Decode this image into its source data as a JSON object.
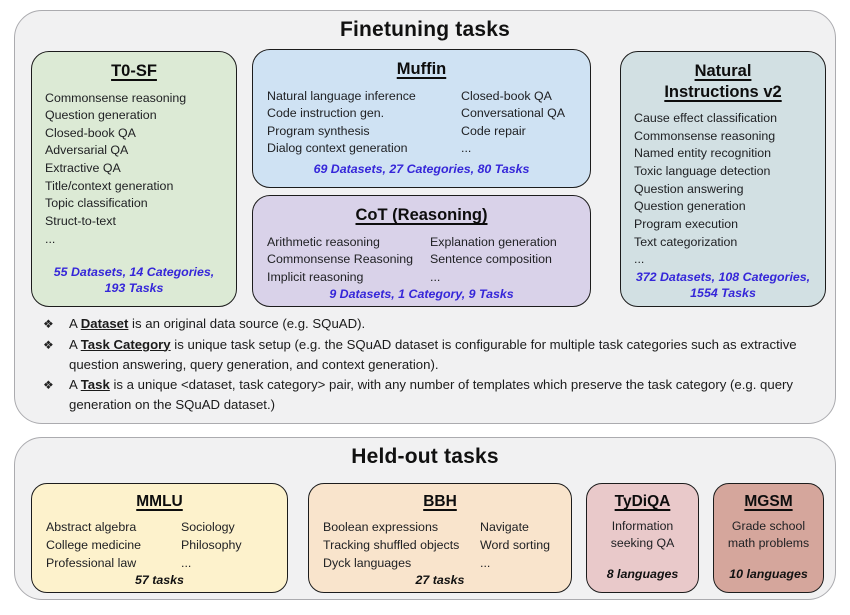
{
  "colors": {
    "stats_blue": "#3526d9",
    "t0sf_bg": "#dcead5",
    "muffin_bg": "#cfe2f3",
    "cot_bg": "#d9d2e9",
    "niv2_bg": "#d2e0e3",
    "mmlu_bg": "#fdf2cc",
    "bbh_bg": "#f9e4cc",
    "tydiqa_bg": "#e9c9ca",
    "mgsm_bg": "#d5a69c"
  },
  "finetuning": {
    "title": "Finetuning tasks",
    "bullet_glyph": "❖",
    "t0sf": {
      "title": "T0-SF",
      "tasks": [
        "Commonsense reasoning",
        "Question generation",
        "Closed-book QA",
        "Adversarial QA",
        "Extractive QA",
        "Title/context generation",
        "Topic classification",
        "Struct-to-text",
        "..."
      ],
      "stats": "55 Datasets, 14 Categories, 193 Tasks"
    },
    "muffin": {
      "title": "Muffin",
      "col1": [
        "Natural language inference",
        "Code instruction gen.",
        "Program synthesis",
        "Dialog context generation"
      ],
      "col2": [
        "Closed-book QA",
        "Conversational QA",
        "Code repair",
        "..."
      ],
      "stats": "69 Datasets, 27 Categories, 80 Tasks"
    },
    "cot": {
      "title": "CoT (Reasoning)",
      "col1": [
        "Arithmetic reasoning",
        "Commonsense Reasoning",
        "Implicit reasoning"
      ],
      "col2": [
        "Explanation generation",
        "Sentence composition",
        "..."
      ],
      "stats": "9 Datasets, 1 Category, 9 Tasks"
    },
    "niv2": {
      "title": "Natural Instructions v2",
      "tasks": [
        "Cause effect classification",
        "Commonsense reasoning",
        "Named entity recognition",
        "Toxic language detection",
        "Question answering",
        "Question generation",
        "Program execution",
        "Text categorization",
        "..."
      ],
      "stats": "372 Datasets, 108 Categories, 1554 Tasks"
    },
    "notes": [
      {
        "before": "A ",
        "term": "Dataset",
        "after": " is an original data source (e.g. SQuAD)."
      },
      {
        "before": "A ",
        "term": "Task Category",
        "after": " is unique task setup (e.g. the SQuAD dataset is configurable for multiple task categories such as extractive question answering, query generation, and context generation)."
      },
      {
        "before": "A ",
        "term": "Task",
        "after": " is a unique <dataset, task category> pair, with any number of templates which preserve the task category (e.g. query generation on the SQuAD dataset.)"
      }
    ]
  },
  "heldout": {
    "title": "Held-out tasks",
    "mmlu": {
      "title": "MMLU",
      "col1": [
        "Abstract algebra",
        "College medicine",
        "Professional law"
      ],
      "col2": [
        "Sociology",
        "Philosophy",
        "..."
      ],
      "stats": "57 tasks"
    },
    "bbh": {
      "title": "BBH",
      "col1": [
        "Boolean expressions",
        "Tracking shuffled objects",
        "Dyck languages"
      ],
      "col2": [
        "Navigate",
        "Word sorting",
        "..."
      ],
      "stats": "27 tasks"
    },
    "tydiqa": {
      "title": "TyDiQA",
      "body": "Information seeking QA",
      "stats": "8 languages"
    },
    "mgsm": {
      "title": "MGSM",
      "body": "Grade school math problems",
      "stats": "10 languages"
    }
  }
}
